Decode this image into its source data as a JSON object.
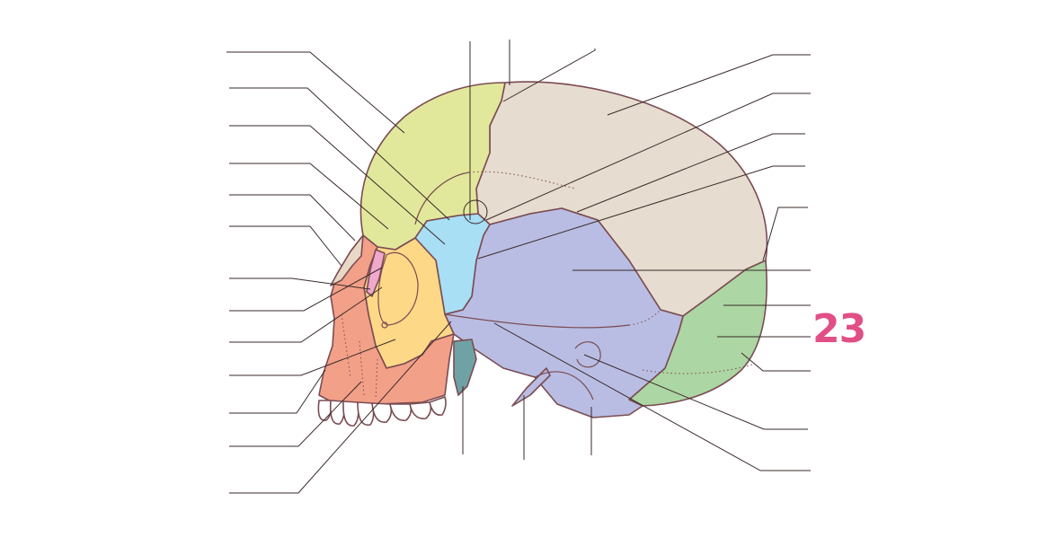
{
  "page_number": "23",
  "colors": {
    "frontal": "#e2e89b",
    "parietal": "#e6dccf",
    "temporal": "#b9bde3",
    "occipital": "#acd6a3",
    "sphenoid": "#a8dff5",
    "zygomatic": "#fdd887",
    "maxilla": "#f2a088",
    "nasal": "#e8d9c6",
    "lacrimal": "#f0a8cc",
    "styloid_pterygoid": "#6fa2a4",
    "teeth": "#ffffff",
    "outline": "#7a4c52",
    "leader": "#3a2a2a",
    "page_number": "#e14f86"
  },
  "regions": [
    {
      "id": "frontal-bone",
      "color_key": "frontal"
    },
    {
      "id": "parietal-bone",
      "color_key": "parietal"
    },
    {
      "id": "temporal-bone",
      "color_key": "temporal"
    },
    {
      "id": "occipital-bone",
      "color_key": "occipital"
    },
    {
      "id": "sphenoid-bone",
      "color_key": "sphenoid"
    },
    {
      "id": "zygomatic-bone",
      "color_key": "zygomatic"
    },
    {
      "id": "maxilla",
      "color_key": "maxilla"
    },
    {
      "id": "nasal-bone",
      "color_key": "nasal"
    },
    {
      "id": "lacrimal-bone",
      "color_key": "lacrimal"
    },
    {
      "id": "pterygoid-plate",
      "color_key": "styloid_pterygoid"
    }
  ],
  "label_lines": {
    "left_count": 13,
    "right_count": 11,
    "top_count": 3,
    "bottom_count": 3,
    "labels_printed": false
  }
}
